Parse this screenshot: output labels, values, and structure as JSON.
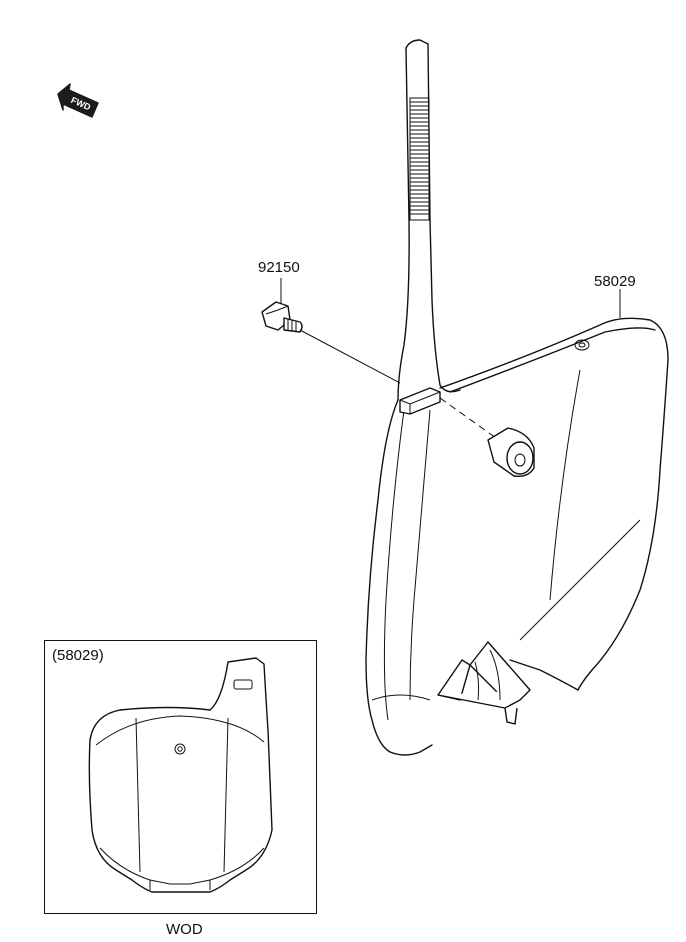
{
  "fwd_arrow": {
    "text": "FWD",
    "icon": "fwd-arrow-icon"
  },
  "parts": [
    {
      "id": "92150",
      "label": "92150"
    },
    {
      "id": "58029",
      "label": "58029"
    }
  ],
  "inset": {
    "ref_label": "(58029)",
    "variant_label": "WOD"
  }
}
